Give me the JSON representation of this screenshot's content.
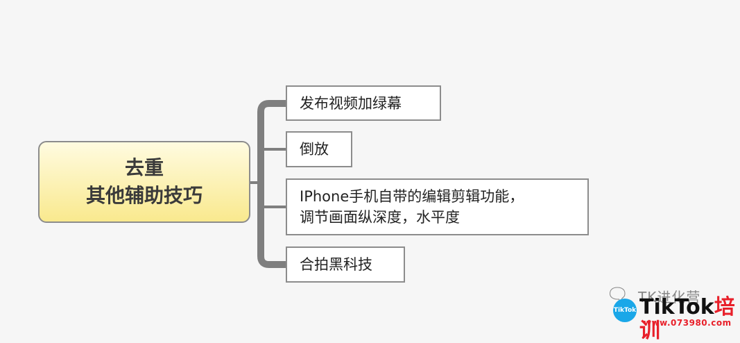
{
  "root": {
    "line1": "去重",
    "line2": "其他辅助技巧"
  },
  "children": [
    {
      "line1": "发布视频加绿幕",
      "line2": ""
    },
    {
      "line1": "倒放",
      "line2": ""
    },
    {
      "line1": "IPhone手机自带的编辑剪辑功能，",
      "line2": "调节画面纵深度，水平度"
    },
    {
      "line1": "合拍黑科技",
      "line2": ""
    }
  ],
  "watermark": {
    "account": "TK进化营",
    "circle_text": "TikTok",
    "brand_main": "TikTok",
    "brand_accent": "培训",
    "site": "www.073980.com"
  },
  "colors": {
    "root_fill": "#f9e98e",
    "border": "#8c8c8c",
    "bracket": "#7f7f7f"
  }
}
